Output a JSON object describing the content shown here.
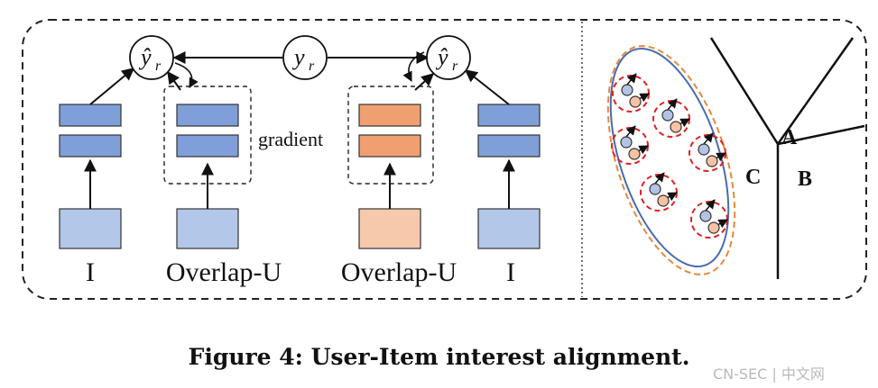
{
  "diagram": {
    "yr_hat_label": "ŷ",
    "yr_label": "y",
    "subscript_r": "r",
    "gradient_label": "gradient",
    "bottom_labels": [
      "I",
      "Overlap-U",
      "Overlap-U",
      "I"
    ],
    "region_labels": [
      "A",
      "B",
      "C"
    ],
    "colors": {
      "blue_fill": "#7f9fd8",
      "blue_input": "#b3c7e8",
      "orange_fill": "#f0a070",
      "orange_input": "#f7c9ac",
      "ellipse_blue": "#4a6bb0",
      "ellipse_orange": "#e68a3c",
      "dashed_red": "#e02020",
      "node_blue": "#b3c3e6",
      "node_orange": "#f6c2a4"
    }
  },
  "caption": "Figure 4: User-Item interest alignment.",
  "watermark": "CN-SEC | 中文网"
}
